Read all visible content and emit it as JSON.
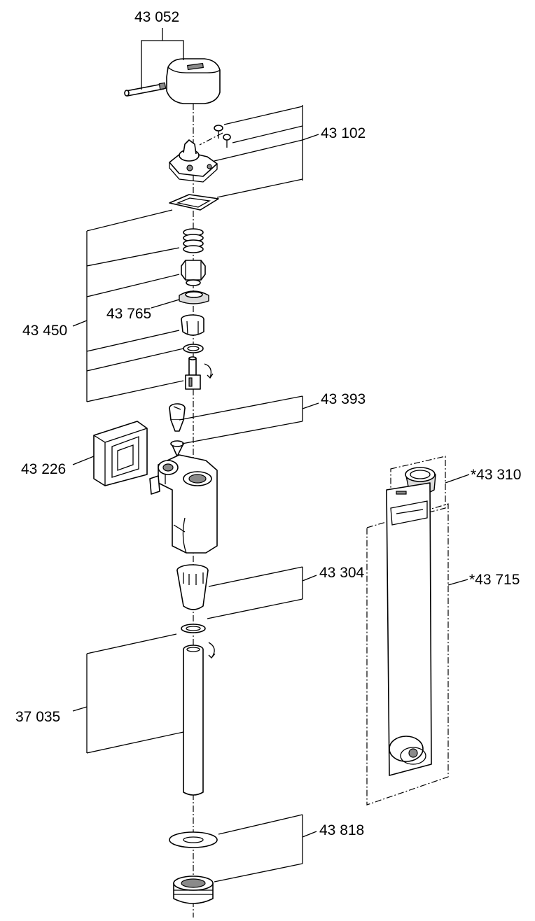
{
  "diagram": {
    "parts": [
      {
        "id": "p43052",
        "label": "43 052"
      },
      {
        "id": "p43102",
        "label": "43 102"
      },
      {
        "id": "p43450",
        "label": "43 450"
      },
      {
        "id": "p43765",
        "label": "43 765"
      },
      {
        "id": "p43393",
        "label": "43 393"
      },
      {
        "id": "p43226",
        "label": "43 226"
      },
      {
        "id": "p43310",
        "label": "*43 310"
      },
      {
        "id": "p43304",
        "label": "43 304"
      },
      {
        "id": "p37035",
        "label": "37 035"
      },
      {
        "id": "p43715",
        "label": "*43 715"
      },
      {
        "id": "p43818",
        "label": "43 818"
      }
    ]
  }
}
